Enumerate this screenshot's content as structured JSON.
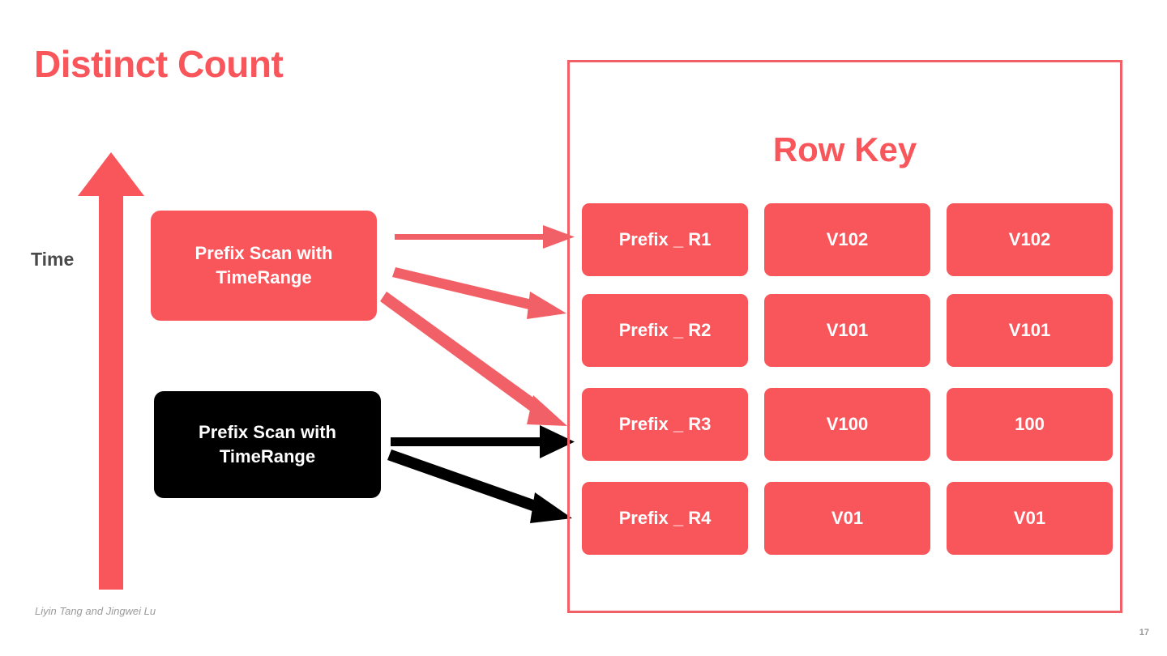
{
  "slide": {
    "title": "Distinct Count",
    "page_number": "17",
    "credit": "Liyin Tang and Jingwei Lu"
  },
  "colors": {
    "accent_red": "#F9565C",
    "panel_border": "#F26067",
    "black": "#000000",
    "time_label": "#4a4a4a",
    "footer_gray": "#9b9b9b"
  },
  "axis": {
    "time_label": "Time",
    "arrow_icon": "up-arrow-icon",
    "direction": "up"
  },
  "left_boxes": [
    {
      "id": "red-scan",
      "line1": "Prefix  Scan with",
      "line2": "TimeRange",
      "text": "Prefix  Scan with TimeRange",
      "background": "#F9565C",
      "text_color": "#ffffff"
    },
    {
      "id": "black-scan",
      "line1": "Prefix  Scan with",
      "line2": "TimeRange",
      "text": "Prefix  Scan with TimeRange",
      "background": "#000000",
      "text_color": "#ffffff"
    }
  ],
  "arrows": [
    {
      "id": "red-arrow-to-r1",
      "color": "#F26067",
      "from_box": "red-scan",
      "to_row": "Prefix _ R1",
      "style": "horizontal"
    },
    {
      "id": "red-arrow-to-r2",
      "color": "#F26067",
      "from_box": "red-scan",
      "to_row": "Prefix _ R2",
      "style": "diagonal-down"
    },
    {
      "id": "red-arrow-to-r3",
      "color": "#F26067",
      "from_box": "red-scan",
      "to_row": "Prefix _ R3",
      "style": "diagonal-down-steep"
    },
    {
      "id": "black-arrow-to-r3",
      "color": "#000000",
      "from_box": "black-scan",
      "to_row": "Prefix _ R3",
      "style": "horizontal"
    },
    {
      "id": "black-arrow-to-r4",
      "color": "#000000",
      "from_box": "black-scan",
      "to_row": "Prefix _ R4",
      "style": "diagonal-down"
    }
  ],
  "row_key_panel": {
    "title": "Row Key",
    "rows": [
      {
        "key": "Prefix _ R1",
        "col2": "V102",
        "col3": "V102"
      },
      {
        "key": "Prefix _ R2",
        "col2": "V101",
        "col3": "V101"
      },
      {
        "key": "Prefix _ R3",
        "col2": "V100",
        "col3": "100"
      },
      {
        "key": "Prefix _ R4",
        "col2": "V01",
        "col3": "V01"
      }
    ]
  }
}
